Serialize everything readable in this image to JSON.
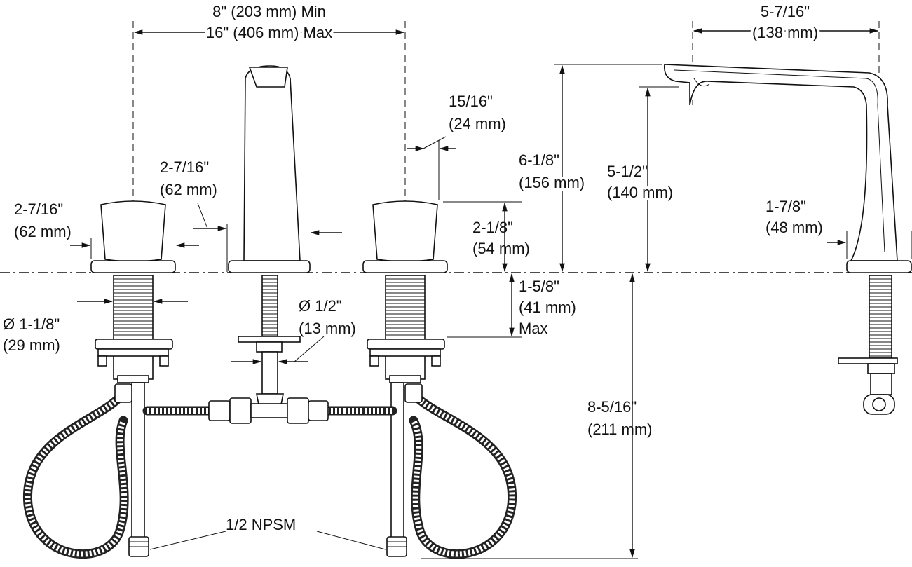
{
  "dimensions": {
    "spread_min": "8\" (203 mm) Min",
    "spread_max": "16\" (406 mm) Max",
    "spout_reach_in": "5-7/16\"",
    "spout_reach_mm": "(138 mm)",
    "spout_base_in": "15/16\"",
    "spout_base_mm": "(24 mm)",
    "spout_height_in": "6-1/8\"",
    "spout_height_mm": "(156 mm)",
    "outlet_height_in": "5-1/2\"",
    "outlet_height_mm": "(140 mm)",
    "handle_width_left_in": "2-7/16\"",
    "handle_width_left_mm": "(62 mm)",
    "handle_width_center_in": "2-7/16\"",
    "handle_width_center_mm": "(62 mm)",
    "handle_height_in": "2-1/8\"",
    "handle_height_mm": "(54 mm)",
    "side_base_in": "1-7/8\"",
    "side_base_mm": "(48 mm)",
    "deck_thickness_in": "1-5/8\"",
    "deck_thickness_mm": "(41 mm)",
    "deck_thickness_note": "Max",
    "shank_dia_in": "Ø 1-1/8\"",
    "shank_dia_mm": "(29 mm)",
    "spout_shank_dia_in": "Ø 1/2\"",
    "spout_shank_dia_mm": "(13 mm)",
    "below_deck_in": "8-5/16\"",
    "below_deck_mm": "(211 mm)",
    "connection": "1/2 NPSM"
  }
}
